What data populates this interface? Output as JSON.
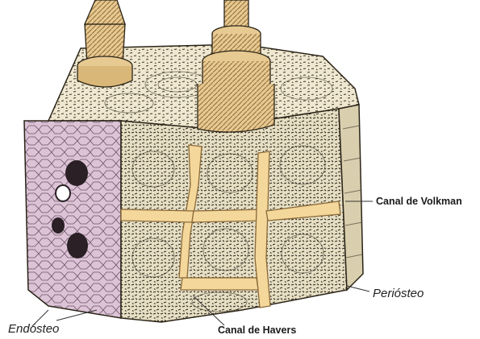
{
  "labels": {
    "volkmann": "Canal de Volkman",
    "periosteo": "Periósteo",
    "endosteo": "Endósteo",
    "havers": "Canal de Havers"
  },
  "colors": {
    "matrix": "#e7dfc4",
    "canal_fill": "#f4d79a",
    "endosteum": "#dcc3d6",
    "vessel_light": "#e7c992",
    "vessel_dark": "#b58a4c",
    "line": "#2a2418"
  }
}
